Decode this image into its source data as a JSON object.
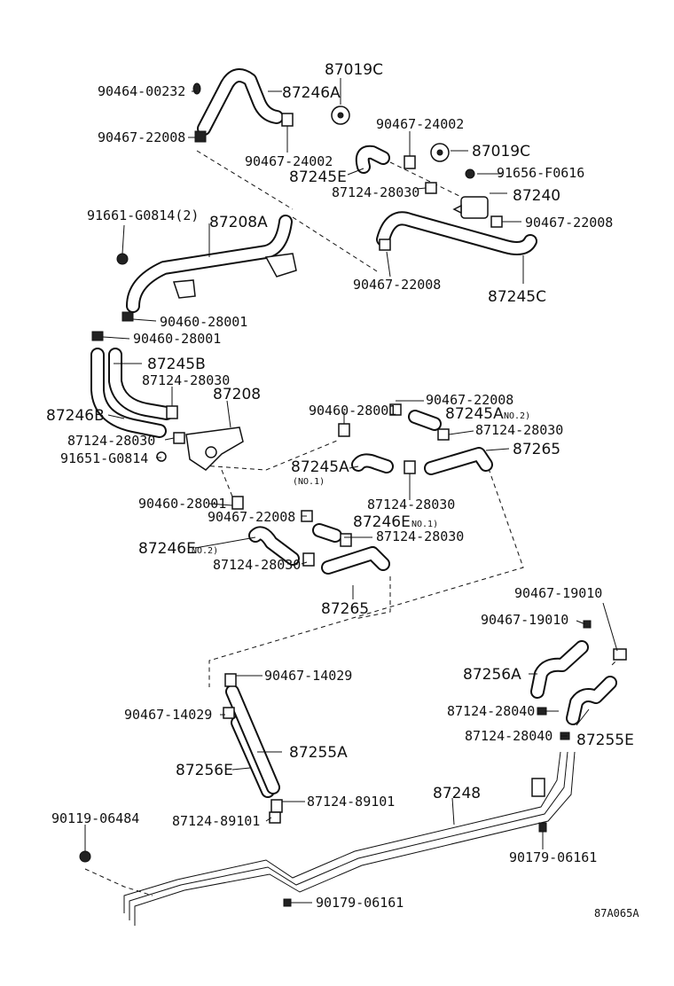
{
  "diagram": {
    "code": "87A065A",
    "labels": {
      "l1": "90464-00232",
      "l2": "87246A",
      "l3": "87019C",
      "l4": "90467-22008",
      "l5": "90467-24002",
      "l6": "87245E",
      "l7": "90467-24002",
      "l8": "87019C",
      "l9": "87124-28030",
      "l10": "91656-F0616",
      "l11": "87240",
      "l12": "90467-22008",
      "l13": "91661-G0814(2)",
      "l14": "87208A",
      "l15": "90467-22008",
      "l16": "87245C",
      "l17": "90460-28001",
      "l18": "90460-28001",
      "l19": "87245B",
      "l20": "87124-28030",
      "l21": "87208",
      "l22": "87246B",
      "l23": "87124-28030",
      "l24": "91651-G0814",
      "l25": "90467-22008",
      "l26": "90460-28001",
      "l27": "87245A",
      "l27b": "NO.2)",
      "l28": "87124-28030",
      "l29": "87265",
      "l30": "87245A",
      "l30b": "(NO.1)",
      "l31": "87124-28030",
      "l32": "90460-28001",
      "l33": "90467-22008",
      "l34": "87246E",
      "l34b": "NO.1)",
      "l35": "87124-28030",
      "l36": "87246E",
      "l36b": "NO.2)",
      "l37": "87124-28030",
      "l38": "87265",
      "l39": "90467-19010",
      "l40": "90467-19010",
      "l41": "90467-14029",
      "l42": "87256A",
      "l43": "90467-14029",
      "l44": "87124-28040",
      "l45": "87124-28040",
      "l46": "87255E",
      "l47": "87255A",
      "l48": "87256E",
      "l49": "87248",
      "l50": "87124-89101",
      "l51": "90119-06484",
      "l52": "87124-89101",
      "l53": "90179-06161",
      "l54": "90179-06161"
    }
  }
}
